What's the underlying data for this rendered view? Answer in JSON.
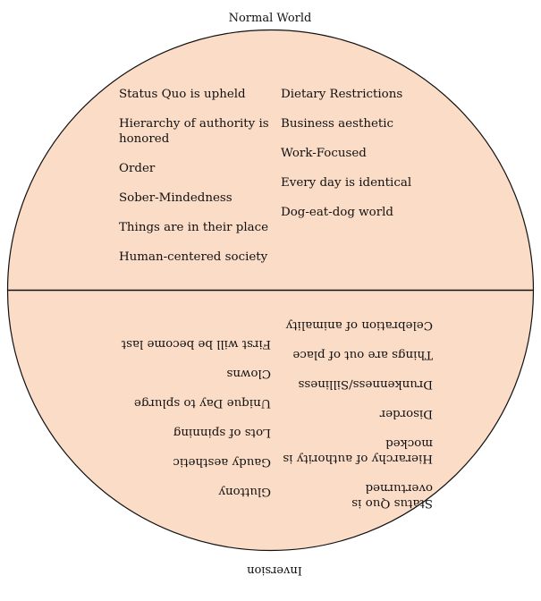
{
  "diagram": {
    "top_title": "Normal World",
    "bottom_title": "Inversion",
    "fill_color": "#fbdcc7",
    "stroke_color": "#111111",
    "top_left": [
      "Status Quo is upheld",
      "Hierarchy of authority is honored",
      "Order",
      "Sober-Mindedness",
      "Things are in their place",
      "Human-centered society"
    ],
    "top_right": [
      "Dietary Restrictions",
      "Business aesthetic",
      "Work-Focused",
      "Every day is identical",
      "Dog-eat-dog world"
    ],
    "bottom_right": [
      "Status Quo is overturned",
      "Hierarchy of authority is mocked",
      "Disorder",
      "Drunkenness/Silliness",
      "Things are out of place",
      "Celebration of animality"
    ],
    "bottom_left": [
      "Gluttony",
      "Gaudy aesthetic",
      "Lots of spinning",
      "Unique Day to splurge",
      "Clowns",
      "First will be become last"
    ]
  }
}
